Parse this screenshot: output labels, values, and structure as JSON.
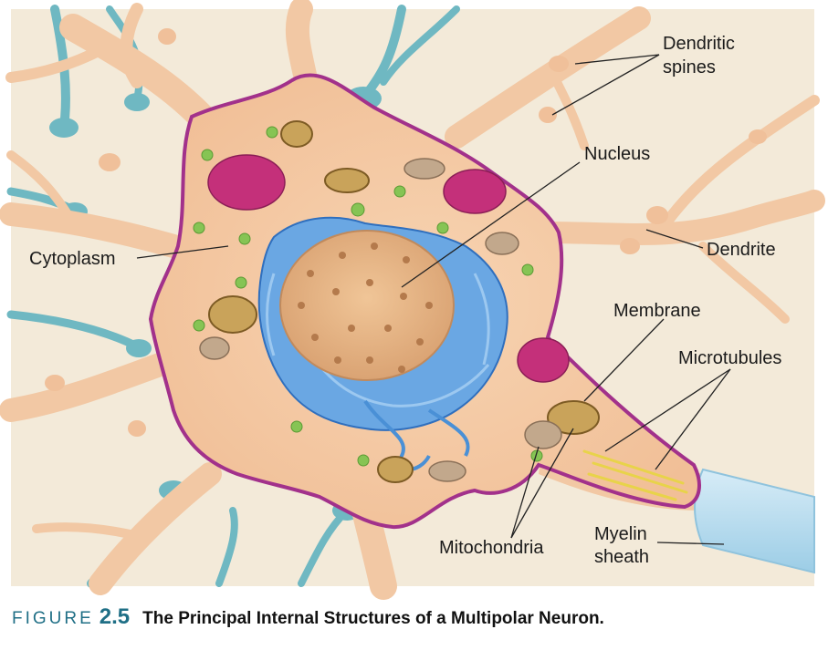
{
  "labels": {
    "dendritic_spines_1": "Dendritic",
    "dendritic_spines_2": "spines",
    "nucleus": "Nucleus",
    "cytoplasm": "Cytoplasm",
    "dendrite": "Dendrite",
    "membrane": "Membrane",
    "microtubules": "Microtubules",
    "mitochondria": "Mitochondria",
    "myelin_1": "Myelin",
    "myelin_2": "sheath"
  },
  "caption": {
    "word": "FIGURE",
    "number": "2.5",
    "title": "The Principal Internal Structures of a Multipolar Neuron."
  },
  "colors": {
    "background": "#f3ead9",
    "dendrite": "#f2c8a4",
    "neighbor_dendrite": "#6fb8c2",
    "cytoplasm": "#f5caa2",
    "membrane": "#a2318b",
    "nucleus": "#e6b283",
    "endoplasmic_reticulum": "#4a90d6",
    "golgi": "#c4307a",
    "mitochondria": "#b89048",
    "vesicle": "#86c454",
    "myelin": "#b9dcef",
    "microtubules": "#e8d34a",
    "caption_accent": "#1f6f86"
  }
}
